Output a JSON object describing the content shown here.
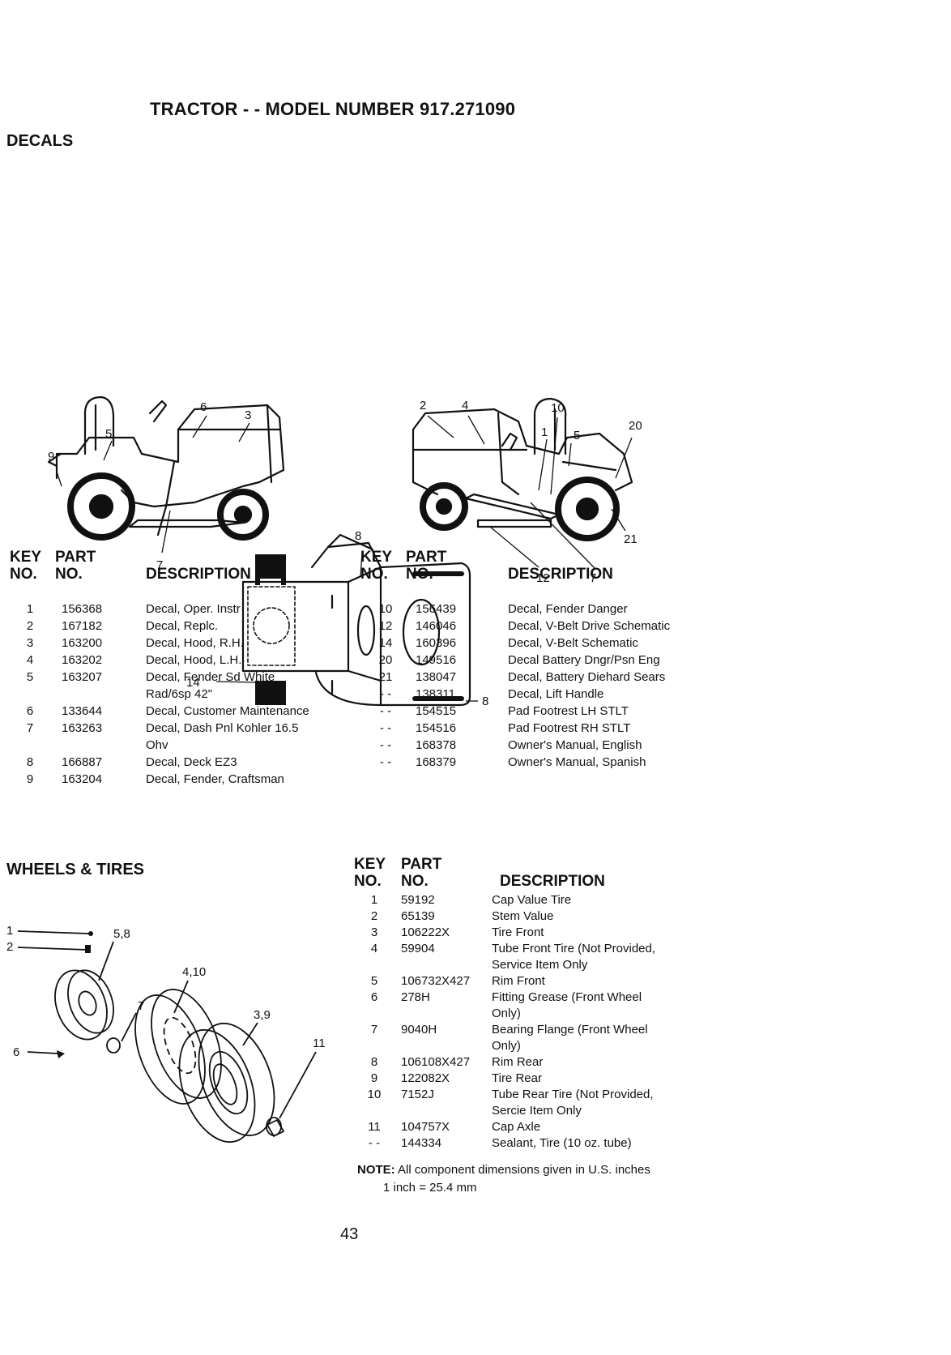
{
  "title": "TRACTOR - - MODEL NUMBER 917.271090",
  "decals": {
    "heading": "DECALS",
    "figure_labels": {
      "l6": "6",
      "l3": "3",
      "l5": "5",
      "l9": "9",
      "l7": "7",
      "r2": "2",
      "r4": "4",
      "r10": "10",
      "r1": "1",
      "r5": "5",
      "r20": "20",
      "r21": "21",
      "r7": "7",
      "r12": "12",
      "m8top": "8",
      "m8bot": "8",
      "m14": "14"
    },
    "headers": {
      "key1": "KEY",
      "key2": "NO.",
      "part1": "PART",
      "part2": "NO.",
      "desc": "DESCRIPTION"
    },
    "left_rows": [
      {
        "key": "1",
        "part": "156368",
        "desc": "Decal, Oper. Instr"
      },
      {
        "key": "2",
        "part": "167182",
        "desc": "Decal, Replc."
      },
      {
        "key": "3",
        "part": "163200",
        "desc": "Decal, Hood, R.H."
      },
      {
        "key": "4",
        "part": "163202",
        "desc": "Decal, Hood, L.H."
      },
      {
        "key": "5",
        "part": "163207",
        "desc": "Decal, Fender Sd White",
        "desc2": "Rad/6sp 42\""
      },
      {
        "key": "6",
        "part": "133644",
        "desc": "Decal, Customer Maintenance"
      },
      {
        "key": "7",
        "part": "163263",
        "desc": "Decal, Dash Pnl Kohler 16.5",
        "desc2": "Ohv"
      },
      {
        "key": "8",
        "part": "166887",
        "desc": "Decal, Deck EZ3"
      },
      {
        "key": "9",
        "part": "163204",
        "desc": "Decal, Fender, Craftsman"
      }
    ],
    "right_rows": [
      {
        "key": "10",
        "part": "156439",
        "desc": "Decal, Fender Danger"
      },
      {
        "key": "12",
        "part": "146046",
        "desc": "Decal, V-Belt Drive Schematic"
      },
      {
        "key": "14",
        "part": "160396",
        "desc": "Decal, V-Belt Schematic"
      },
      {
        "key": "20",
        "part": "149516",
        "desc": "Decal Battery Dngr/Psn Eng"
      },
      {
        "key": "21",
        "part": "138047",
        "desc": "Decal, Battery Diehard Sears"
      },
      {
        "key": "- -",
        "part": "138311",
        "desc": "Decal, Lift Handle"
      },
      {
        "key": "- -",
        "part": "154515",
        "desc": "Pad Footrest LH STLT"
      },
      {
        "key": "- -",
        "part": "154516",
        "desc": "Pad Footrest RH STLT"
      },
      {
        "key": "- -",
        "part": "168378",
        "desc": "Owner's Manual, English"
      },
      {
        "key": "- -",
        "part": "168379",
        "desc": "Owner's Manual, Spanish"
      }
    ]
  },
  "wheels": {
    "heading": "WHEELS & TIRES",
    "figure_labels": {
      "l1": "1",
      "l2": "2",
      "l58": "5,8",
      "l410": "4,10",
      "l7": "7",
      "l39": "3,9",
      "l6": "6",
      "l11": "11"
    },
    "headers": {
      "key1": "KEY",
      "key2": "NO.",
      "part1": "PART",
      "part2": "NO.",
      "desc": "DESCRIPTION"
    },
    "rows": [
      {
        "key": "1",
        "part": "59192",
        "desc": "Cap Value Tire"
      },
      {
        "key": "2",
        "part": "65139",
        "desc": "Stem Value"
      },
      {
        "key": "3",
        "part": "106222X",
        "desc": "Tire Front"
      },
      {
        "key": "4",
        "part": "59904",
        "desc": "Tube Front Tire (Not Provided,",
        "desc2": "Service Item Only"
      },
      {
        "key": "5",
        "part": "106732X427",
        "desc": "Rim Front"
      },
      {
        "key": "6",
        "part": "278H",
        "desc": "Fitting Grease (Front Wheel",
        "desc2": "Only)"
      },
      {
        "key": "7",
        "part": "9040H",
        "desc": "Bearing Flange (Front Wheel",
        "desc2": "Only)"
      },
      {
        "key": "8",
        "part": "106108X427",
        "desc": "Rim Rear"
      },
      {
        "key": "9",
        "part": "122082X",
        "desc": "Tire Rear"
      },
      {
        "key": "10",
        "part": "7152J",
        "desc": "Tube Rear Tire (Not Provided,",
        "desc2": "Sercie Item Only"
      },
      {
        "key": "11",
        "part": "104757X",
        "desc": "Cap Axle"
      },
      {
        "key": "- -",
        "part": "144334",
        "desc": "Sealant, Tire (10 oz. tube)"
      }
    ]
  },
  "note": {
    "label": "NOTE:",
    "text": " All component dimensions given in U.S. inches",
    "conversion": "1 inch = 25.4 mm"
  },
  "page_number": "43"
}
